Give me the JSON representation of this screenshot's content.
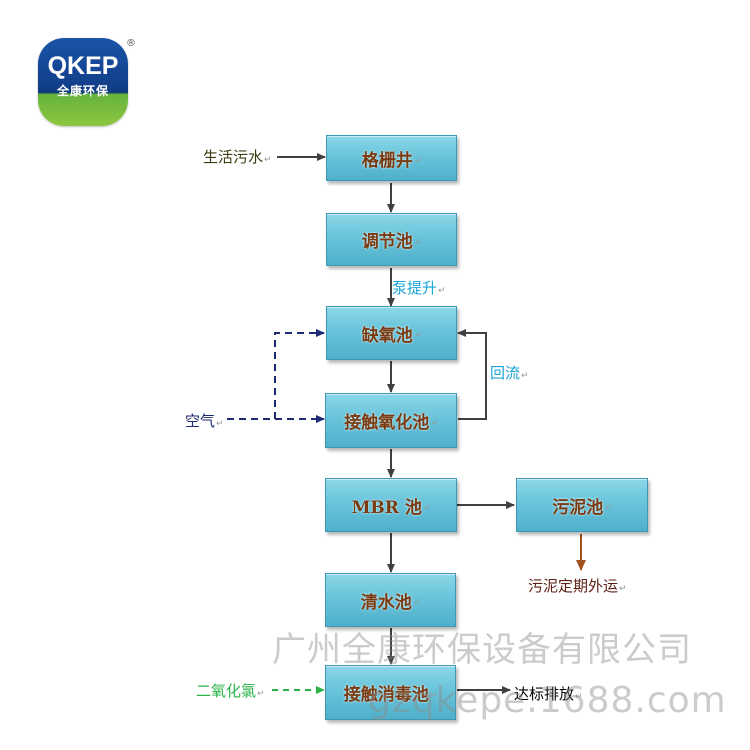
{
  "logo": {
    "brand": "QKEP",
    "sub": "全康环保",
    "registered": "®"
  },
  "process": {
    "grid_well": "格栅井",
    "regulating_tank": "调节池",
    "anoxic_tank": "缺氧池",
    "contact_oxidation_tank": "接触氧化池",
    "mbr_tank": "MBR 池",
    "clear_water_tank": "清水池",
    "contact_disinfection_tank": "接触消毒池",
    "sludge_tank": "污泥池"
  },
  "labels": {
    "domestic_sewage": "生活污水",
    "pump_lift": "泵提升",
    "reflux": "回流",
    "air": "空气",
    "sludge_transport": "污泥定期外运",
    "chlorine_dioxide": "二氧化氯",
    "discharge": "达标排放"
  },
  "watermark": {
    "company": "广州全康环保设备有限公司",
    "site": "gzqkepe.1688.com"
  },
  "colors": {
    "box_fill": "#6cc6dc",
    "box_text": "#7a3b12",
    "main_arrow": "#404040",
    "air_line": "#1b2a72",
    "sludge_arrow": "#a0521e",
    "chlorine_line": "#2bb34a"
  }
}
